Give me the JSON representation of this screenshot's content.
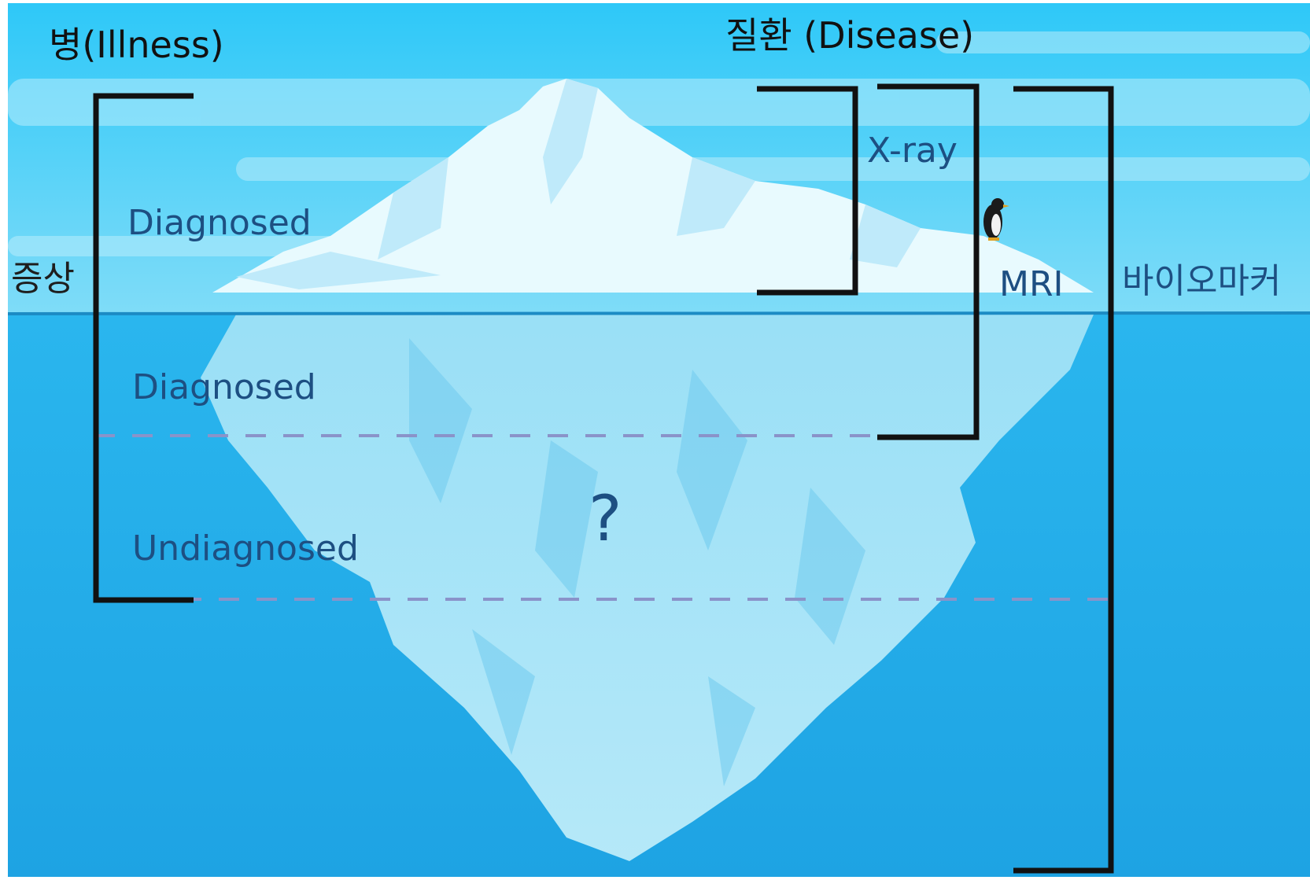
{
  "labels": {
    "illness": "병(Illness)",
    "disease": "질환 (Disease)",
    "symptoms": "증상",
    "diagnosed_above": "Diagnosed",
    "diagnosed_below": "Diagnosed",
    "undiagnosed": "Undiagnosed",
    "question": "?",
    "xray": "X-ray",
    "mri": "MRI",
    "biomarker": "바이오마커"
  },
  "colors": {
    "sky_top": "#2ec8f8",
    "sky_bottom": "#7fdcf8",
    "water_top": "#2ab6ee",
    "water_bottom": "#1ea3e3",
    "ice": "#e8fafe",
    "ice_shadow": "#bfeafa",
    "submerged_ice": "#8fd9f3",
    "bracket": "#111111",
    "dashed_line": "#8a93c9",
    "blue_text": "#1d4f82"
  },
  "icons": {
    "penguin": "penguin-icon"
  }
}
